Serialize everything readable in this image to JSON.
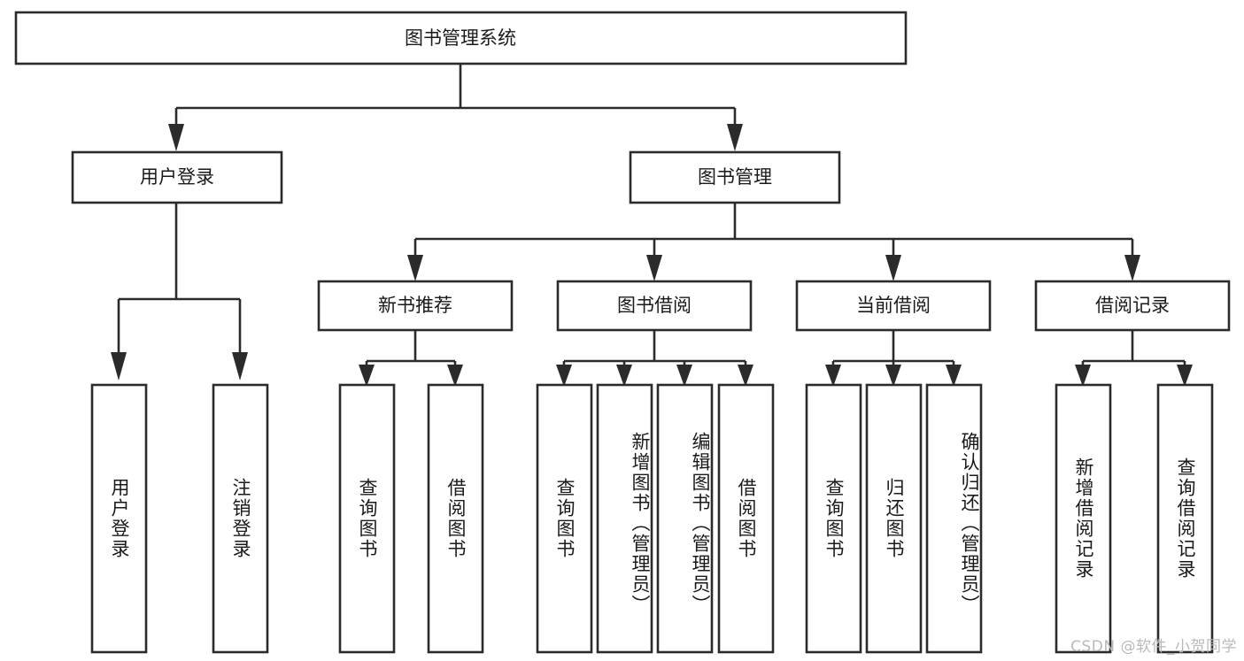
{
  "diagram": {
    "type": "tree-hierarchy-chart",
    "title_node": {
      "id": "root",
      "label": "图书管理系统"
    },
    "level1": [
      {
        "id": "user-login",
        "label": "用户登录"
      },
      {
        "id": "book-management",
        "label": "图书管理"
      }
    ],
    "level2": [
      {
        "id": "new-book-recommend",
        "label": "新书推荐",
        "parent": "book-management"
      },
      {
        "id": "book-borrow",
        "label": "图书借阅",
        "parent": "book-management"
      },
      {
        "id": "current-borrow",
        "label": "当前借阅",
        "parent": "book-management"
      },
      {
        "id": "borrow-record",
        "label": "借阅记录",
        "parent": "book-management"
      }
    ],
    "leaves": [
      {
        "id": "leaf-user-login",
        "label": "用户登录",
        "parent": "user-login"
      },
      {
        "id": "leaf-logout-login",
        "label": "注销登录",
        "parent": "user-login"
      },
      {
        "id": "leaf-query-book-1",
        "label": "查询图书",
        "parent": "new-book-recommend"
      },
      {
        "id": "leaf-borrow-book-1",
        "label": "借阅图书",
        "parent": "new-book-recommend"
      },
      {
        "id": "leaf-query-book-2",
        "label": "查询图书",
        "parent": "book-borrow"
      },
      {
        "id": "leaf-add-book",
        "label": "新增图书（管理员）",
        "parent": "book-borrow"
      },
      {
        "id": "leaf-edit-book",
        "label": "编辑图书（管理员）",
        "parent": "book-borrow"
      },
      {
        "id": "leaf-borrow-book-2",
        "label": "借阅图书",
        "parent": "book-borrow"
      },
      {
        "id": "leaf-query-book-3",
        "label": "查询图书",
        "parent": "current-borrow"
      },
      {
        "id": "leaf-return-book",
        "label": "归还图书",
        "parent": "current-borrow"
      },
      {
        "id": "leaf-confirm-return",
        "label": "确认归还（管理员）",
        "parent": "current-borrow"
      },
      {
        "id": "leaf-add-record",
        "label": "新增借阅记录",
        "parent": "borrow-record"
      },
      {
        "id": "leaf-query-record",
        "label": "查询借阅记录",
        "parent": "borrow-record"
      }
    ],
    "colors": {
      "background": "#ffffff",
      "box_fill": "#ffffff",
      "box_stroke": "#2b2b2b",
      "text": "#1a1a1a",
      "watermark": "#b9b9b9"
    }
  },
  "watermark": {
    "text": "CSDN @软件_小贺同学"
  }
}
